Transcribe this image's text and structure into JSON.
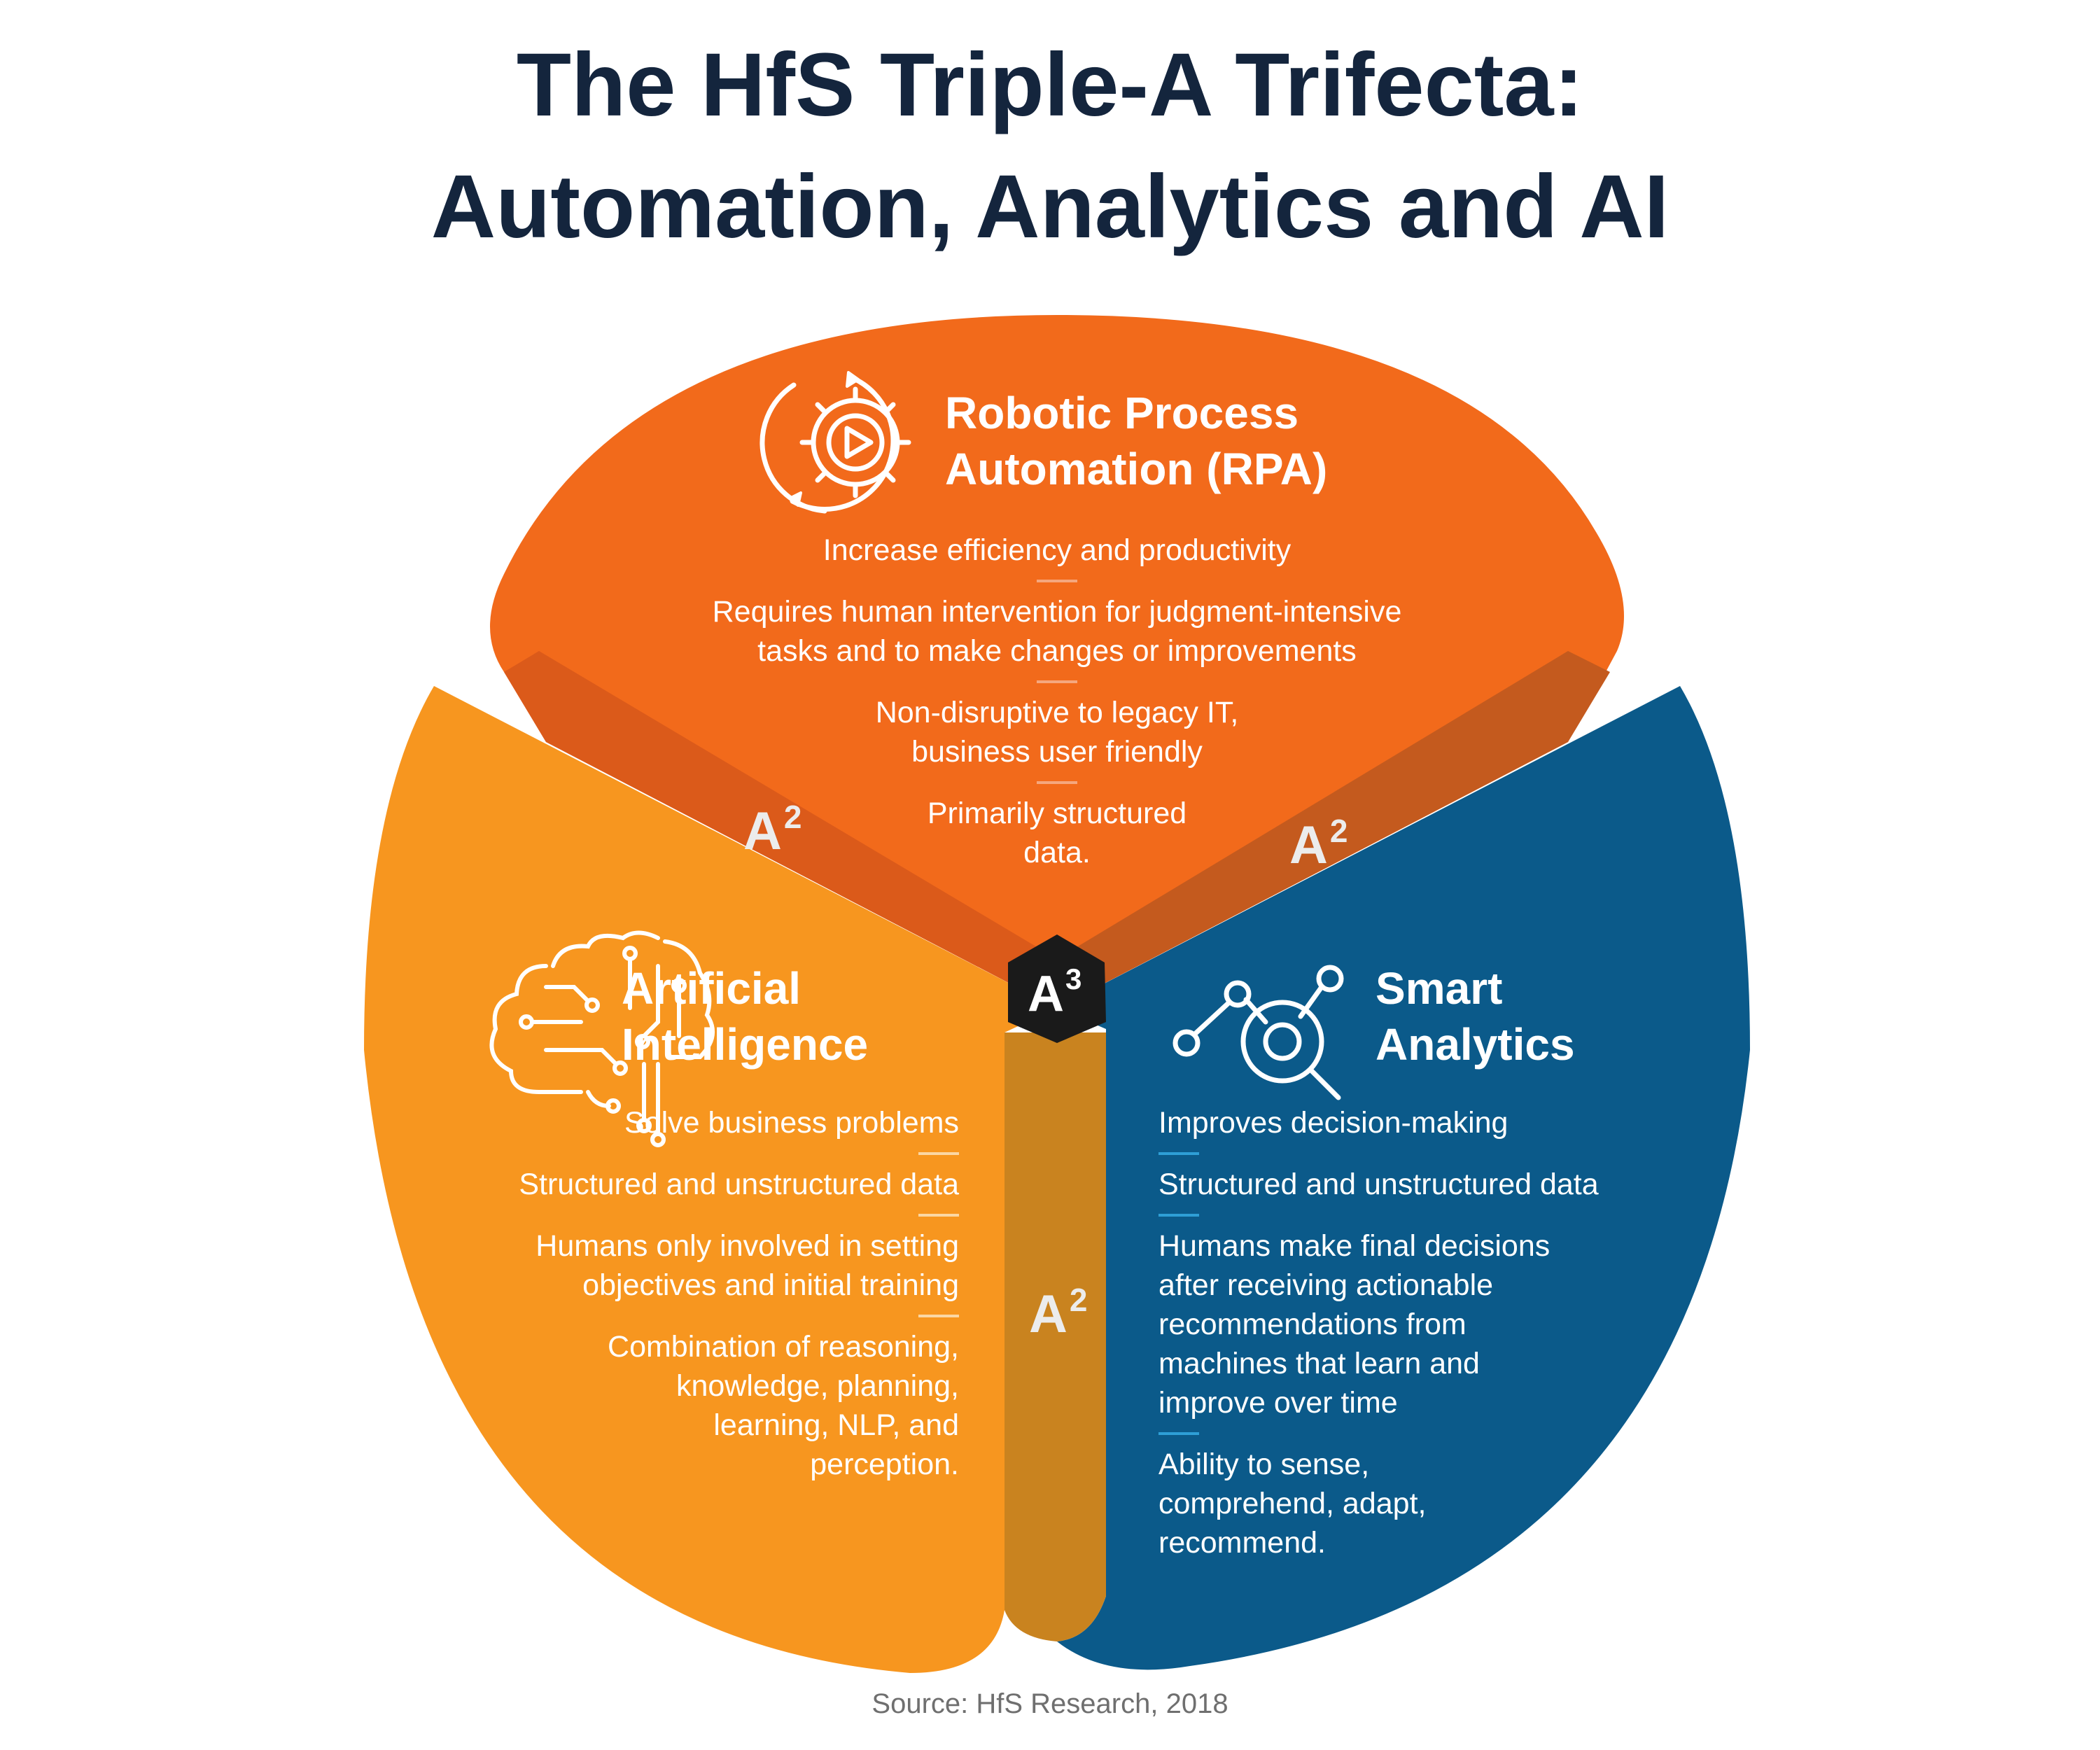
{
  "title": {
    "line1": "The HfS Triple-A Trifecta:",
    "line2": "Automation, Analytics and AI"
  },
  "source": "Source: HfS Research, 2018",
  "colors": {
    "rpa": "#f26a1b",
    "ai": "#f7961f",
    "analytics": "#0b5a8a",
    "title": "#14253d",
    "center": "#1a1a1a"
  },
  "sections": {
    "rpa": {
      "icon": "gear-play-icon",
      "title_line1": "Robotic Process",
      "title_line2": "Automation (RPA)",
      "items": [
        "Increase efficiency and productivity",
        "Requires human intervention for judgment-intensive\ntasks and to make changes or improvements",
        "Non-disruptive to legacy IT,\nbusiness user friendly",
        "Primarily structured\ndata."
      ]
    },
    "ai": {
      "icon": "circuit-brain-icon",
      "title_line1": "Artificial",
      "title_line2": "Intelligence",
      "items": [
        "Solve business problems",
        "Structured and unstructured data",
        "Humans only involved in setting\nobjectives and initial training",
        "Combination of reasoning,\nknowledge, planning,\nlearning, NLP, and\nperception."
      ]
    },
    "analytics": {
      "icon": "magnifier-network-icon",
      "title_line1": "Smart",
      "title_line2": "Analytics",
      "items": [
        "Improves decision-making",
        "Structured and unstructured data",
        "Humans make final decisions\nafter receiving actionable\nrecommendations from\nmachines that learn and\nimprove over time",
        "Ability to sense,\ncomprehend, adapt,\nrecommend."
      ]
    }
  },
  "badges": {
    "a2_base": "A",
    "a2_sup": "2",
    "a3_base": "A",
    "a3_sup": "3"
  }
}
